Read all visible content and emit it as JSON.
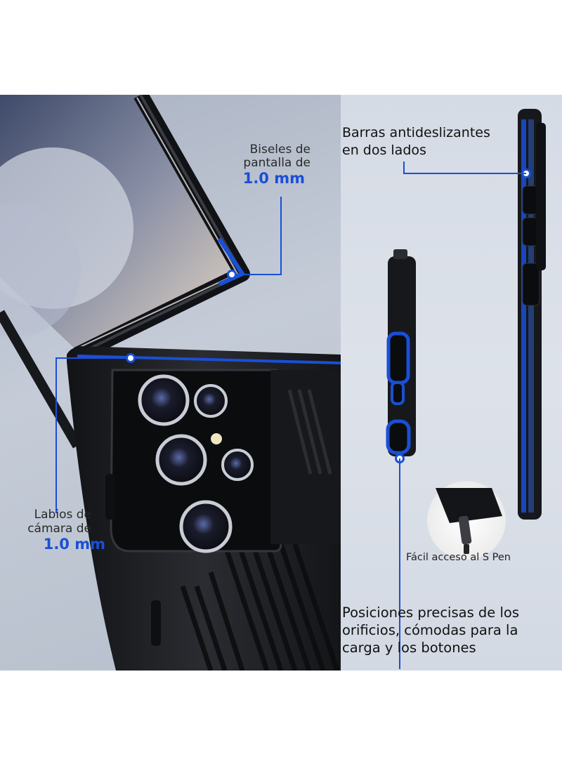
{
  "callouts": {
    "screen_bezel": {
      "line1": "Biseles de",
      "line2": "pantalla de",
      "value": "1.0 mm"
    },
    "camera_lip": {
      "line1": "Labios de",
      "line2": "cámara de",
      "value": "1.0 mm"
    },
    "anti_slip": {
      "line1": "Barras antideslizantes",
      "line2": "en dos lados"
    },
    "spen": {
      "label": "Fácil acceso al S Pen"
    },
    "cutouts": {
      "line1": "Posiciones precisas de los",
      "line2": "orificios, cómodas para la",
      "line3": "carga y los botones"
    }
  },
  "colors": {
    "accent_blue": "#1a4fd6",
    "case_black": "#1b1c1f",
    "left_background": "#b9c1ce",
    "right_background": "#d9dee7"
  },
  "icons": [
    "phone-case-screen-illustration",
    "camera-module-illustration",
    "phone-side-illustration",
    "spen-zoom-illustration"
  ]
}
